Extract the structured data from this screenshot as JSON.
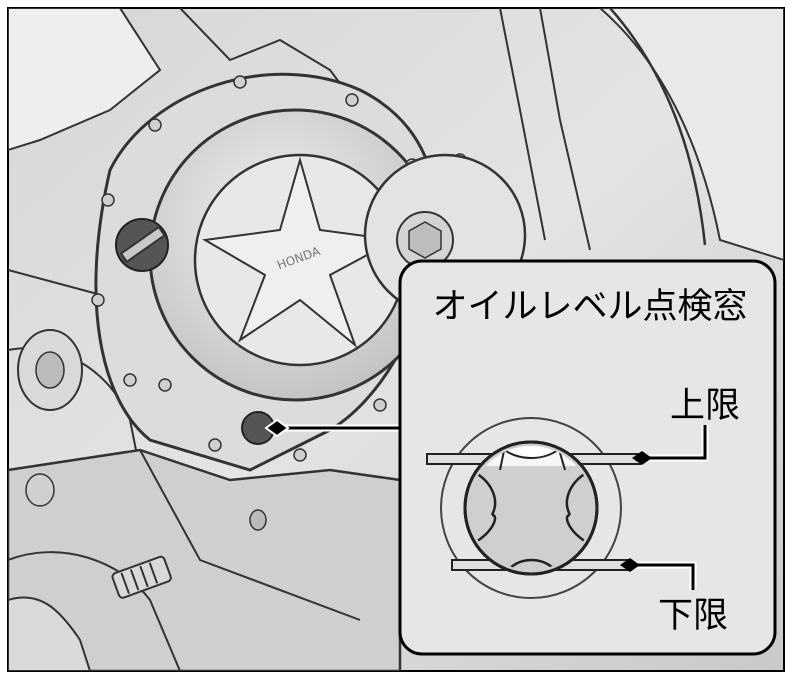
{
  "inset": {
    "title": "オイルレベル点検窓",
    "upper_label": "上限",
    "lower_label": "下限"
  },
  "engraving": "HONDA"
}
